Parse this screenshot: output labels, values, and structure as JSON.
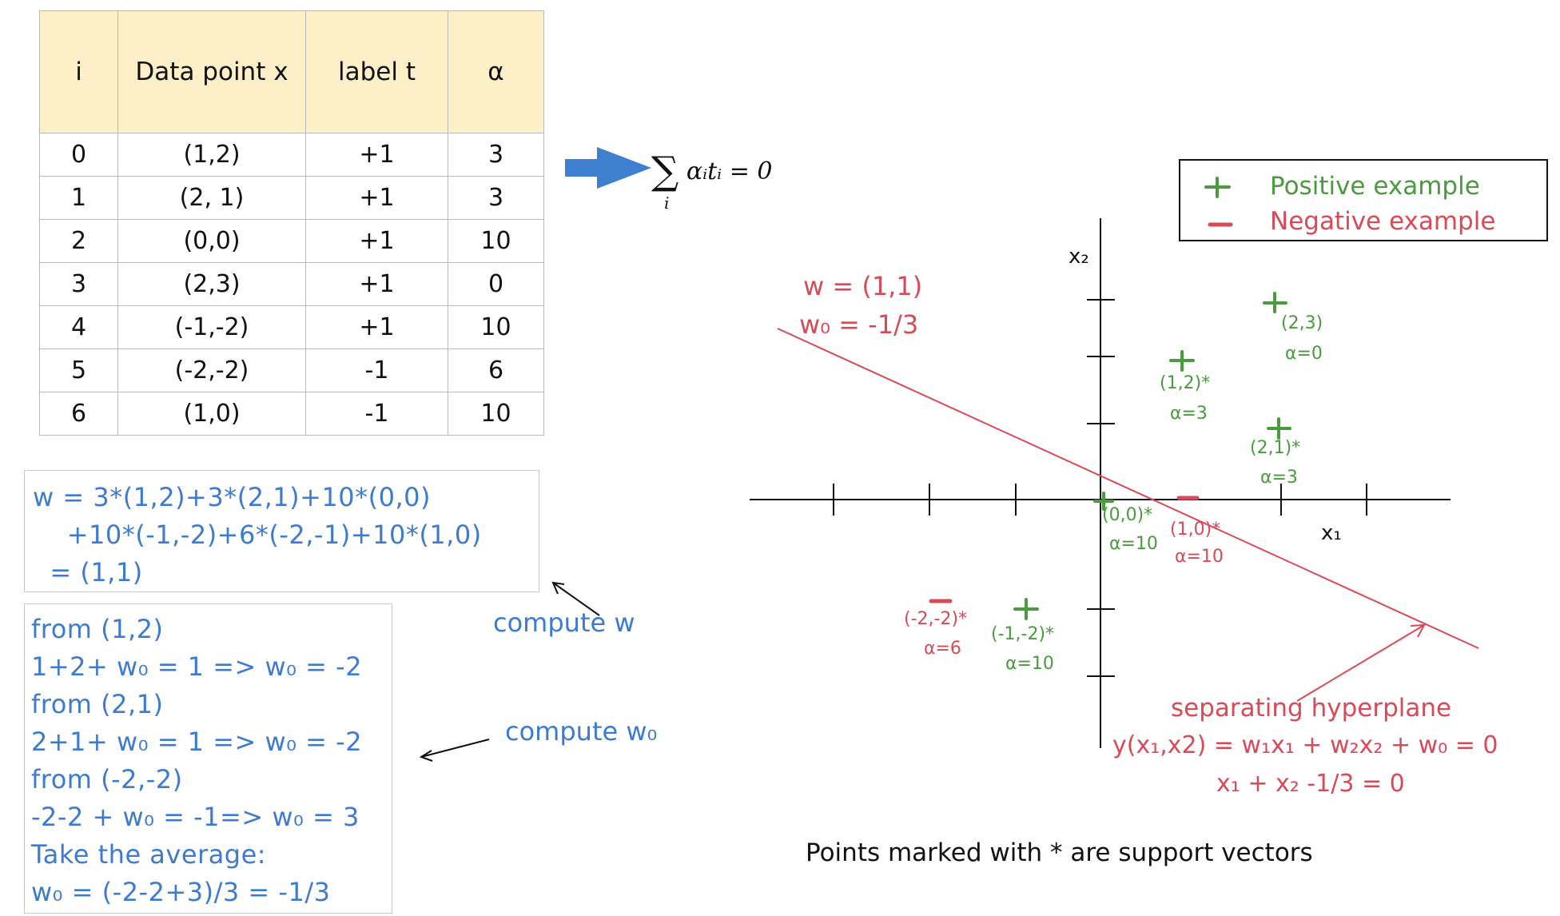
{
  "table": {
    "headers": [
      "i",
      "Data point x",
      "label t",
      "α"
    ],
    "rows": [
      [
        "0",
        "(1,2)",
        "+1",
        "3"
      ],
      [
        "1",
        "(2, 1)",
        "+1",
        "3"
      ],
      [
        "2",
        "(0,0)",
        "+1",
        "10"
      ],
      [
        "3",
        "(2,3)",
        "+1",
        "0"
      ],
      [
        "4",
        "(-1,-2)",
        "+1",
        "10"
      ],
      [
        "5",
        "(-2,-2)",
        "-1",
        "6"
      ],
      [
        "6",
        "(1,0)",
        "-1",
        "10"
      ]
    ]
  },
  "constraint": {
    "sum": "∑",
    "sub": "i",
    "expr": "αᵢtᵢ = 0"
  },
  "w_box": {
    "line1": "w = 3*(1,2)+3*(2,1)+10*(0,0)",
    "line2": "    +10*(-1,-2)+6*(-2,-1)+10*(1,0)",
    "line3": "  = (1,1)"
  },
  "w0_box": {
    "lines": [
      "from (1,2)",
      "1+2+ w₀ = 1 => w₀ = -2",
      "from (2,1)",
      "2+1+ w₀ = 1 => w₀ = -2",
      "from (-2,-2)",
      "-2-2 + w₀ = -1=> w₀ = 3",
      "Take the average:",
      "w₀ = (-2-2+3)/3 = -1/3"
    ]
  },
  "notes": {
    "compute_w": "compute w",
    "compute_w0": "compute w₀"
  },
  "legend": {
    "positive_symbol": "+",
    "positive_label": "Positive example",
    "negative_symbol": "−",
    "negative_label": "Negative example"
  },
  "plot": {
    "x_axis_label": "x₁",
    "y_axis_label": "x₂",
    "w_label": "w = (1,1)",
    "w0_label": "w₀ = -1/3",
    "points": [
      {
        "coord": "(0,0)*",
        "alpha": "α=10",
        "class": "positive"
      },
      {
        "coord": "(1,2)*",
        "alpha": "α=3",
        "class": "positive"
      },
      {
        "coord": "(2,1)*",
        "alpha": "α=3",
        "class": "positive"
      },
      {
        "coord": "(2,3)",
        "alpha": "α=0",
        "class": "positive"
      },
      {
        "coord": "(-1,-2)*",
        "alpha": "α=10",
        "class": "positive"
      },
      {
        "coord": "(1,0)*",
        "alpha": "α=10",
        "class": "negative"
      },
      {
        "coord": "(-2,-2)*",
        "alpha": "α=6",
        "class": "negative"
      }
    ],
    "hyperplane_title": "separating hyperplane",
    "hyperplane_eq1": "y(x₁,x2) = w₁x₁ + w₂x₂ + w₀ = 0",
    "hyperplane_eq2": "x₁ + x₂ -1/3 = 0",
    "footnote": "Points marked with * are support vectors"
  },
  "colors": {
    "blue": "#3d7bd0",
    "red": "#d94a57",
    "green": "#4a9b3d",
    "header_bg": "#fdefc7",
    "arrow": "#3f7fcf"
  }
}
